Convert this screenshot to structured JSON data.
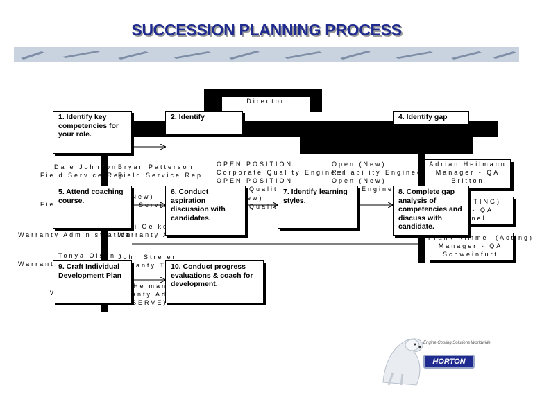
{
  "title": "SUCCESSION PLANNING PROCESS",
  "steps": [
    {
      "label": "1. Identify key competencies for your role."
    },
    {
      "label": "2. Identify"
    },
    {
      "label": "4. Identify gap"
    },
    {
      "label": "5. Attend coaching course."
    },
    {
      "label": "6. Conduct aspiration discussion with candidates."
    },
    {
      "label": "7. Identify learning styles."
    },
    {
      "label": "8. Complete gap analysis of competencies and discuss with candidate."
    },
    {
      "label": "9. Craft Individual Development Plan"
    },
    {
      "label": "10. Conduct progress evaluations & coach for development."
    }
  ],
  "org_chart": {
    "top": [
      "Director"
    ],
    "left_col": [
      "Dale Johnson",
      "Field Service Rep",
      "Field",
      "Warranty Administration",
      "Tonya Olson",
      "Warranty",
      "W"
    ],
    "mid_col": [
      "Bryan Patterson",
      "Field Service Rep",
      "n (New)",
      "Service",
      "ri Oelkers",
      "Warranty Administrator",
      "John Streier",
      "ranty Tec",
      "Helman",
      "ranty Adm",
      "SERVE)"
    ],
    "center_col": [
      "OPEN POSITION",
      "Corporate Quality Engineer",
      "OPEN POSITION",
      "te Quality",
      "ew)",
      "te Qualit"
    ],
    "right_col": [
      "Open (New)",
      "Reliability Engineer",
      "Open (New)",
      "y Engine"
    ],
    "far_right": [
      "Adrian Heilmann",
      "Manager - QA",
      "Britton",
      "(ACTING)",
      "r - QA",
      "nel",
      "Frank Kimmel (Acting)",
      "Manager - QA",
      "Schweinfurt"
    ]
  },
  "logo": {
    "tagline": "Engine Cooling Solutions Worldwide",
    "brand": "HORTON"
  }
}
